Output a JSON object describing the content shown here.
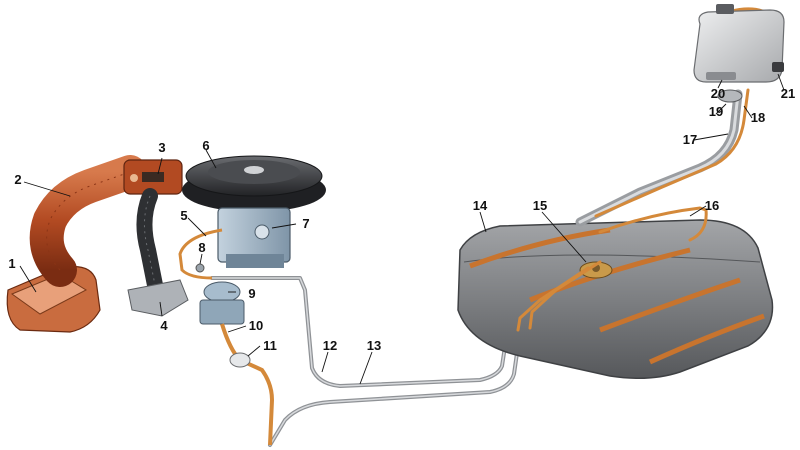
{
  "diagram": {
    "callouts": [
      {
        "id": "1",
        "label": "1"
      },
      {
        "id": "2",
        "label": "2"
      },
      {
        "id": "3",
        "label": "3"
      },
      {
        "id": "4",
        "label": "4"
      },
      {
        "id": "5",
        "label": "5"
      },
      {
        "id": "6",
        "label": "6"
      },
      {
        "id": "7",
        "label": "7"
      },
      {
        "id": "8",
        "label": "8"
      },
      {
        "id": "9",
        "label": "9"
      },
      {
        "id": "10",
        "label": "10"
      },
      {
        "id": "11",
        "label": "11"
      },
      {
        "id": "12",
        "label": "12"
      },
      {
        "id": "13",
        "label": "13"
      },
      {
        "id": "14",
        "label": "14"
      },
      {
        "id": "15",
        "label": "15"
      },
      {
        "id": "16",
        "label": "16"
      },
      {
        "id": "17",
        "label": "17"
      },
      {
        "id": "18",
        "label": "18"
      },
      {
        "id": "19",
        "label": "19"
      },
      {
        "id": "20",
        "label": "20"
      },
      {
        "id": "21",
        "label": "21"
      }
    ],
    "colors": {
      "intake_duct": "#b24a22",
      "copper_line": "#d4893a",
      "steel_line": "#b9bcc0",
      "tank": "#7d7f82",
      "tank_strap": "#c8742e",
      "canister": "#c9cbcd",
      "air_filter": "#3b3d40",
      "carburetor": "#9fb3c3",
      "pump": "#8fa6b8"
    }
  }
}
